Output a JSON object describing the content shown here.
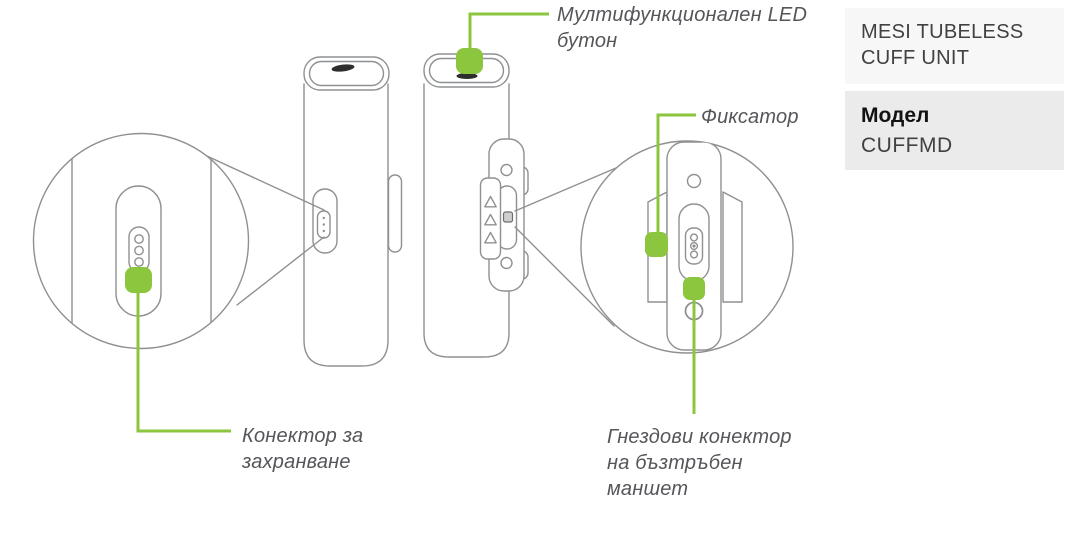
{
  "panel": {
    "title_lines": [
      "MESI TUBELESS",
      "CUFF UNIT"
    ],
    "model_label": "Модел",
    "model_value": "CUFFMD"
  },
  "callouts": {
    "led_button": {
      "lines": [
        "Мултифункционален LED",
        "бутон"
      ]
    },
    "fixator": {
      "lines": [
        "Фиксатор"
      ]
    },
    "power_connector": {
      "lines": [
        "Конектор за",
        "захранване"
      ]
    },
    "cuff_connector": {
      "lines": [
        "Гнездови конектор",
        "на бъзтръбен",
        "маншет"
      ]
    }
  },
  "colors": {
    "accent_green": "#8CC63F",
    "line_gray": "#8E9092",
    "label_text": "#55565A",
    "panel_bg_light": "#F7F7F7",
    "panel_bg_dark": "#EBEBEB",
    "dark_detail": "#2E2E2E"
  }
}
